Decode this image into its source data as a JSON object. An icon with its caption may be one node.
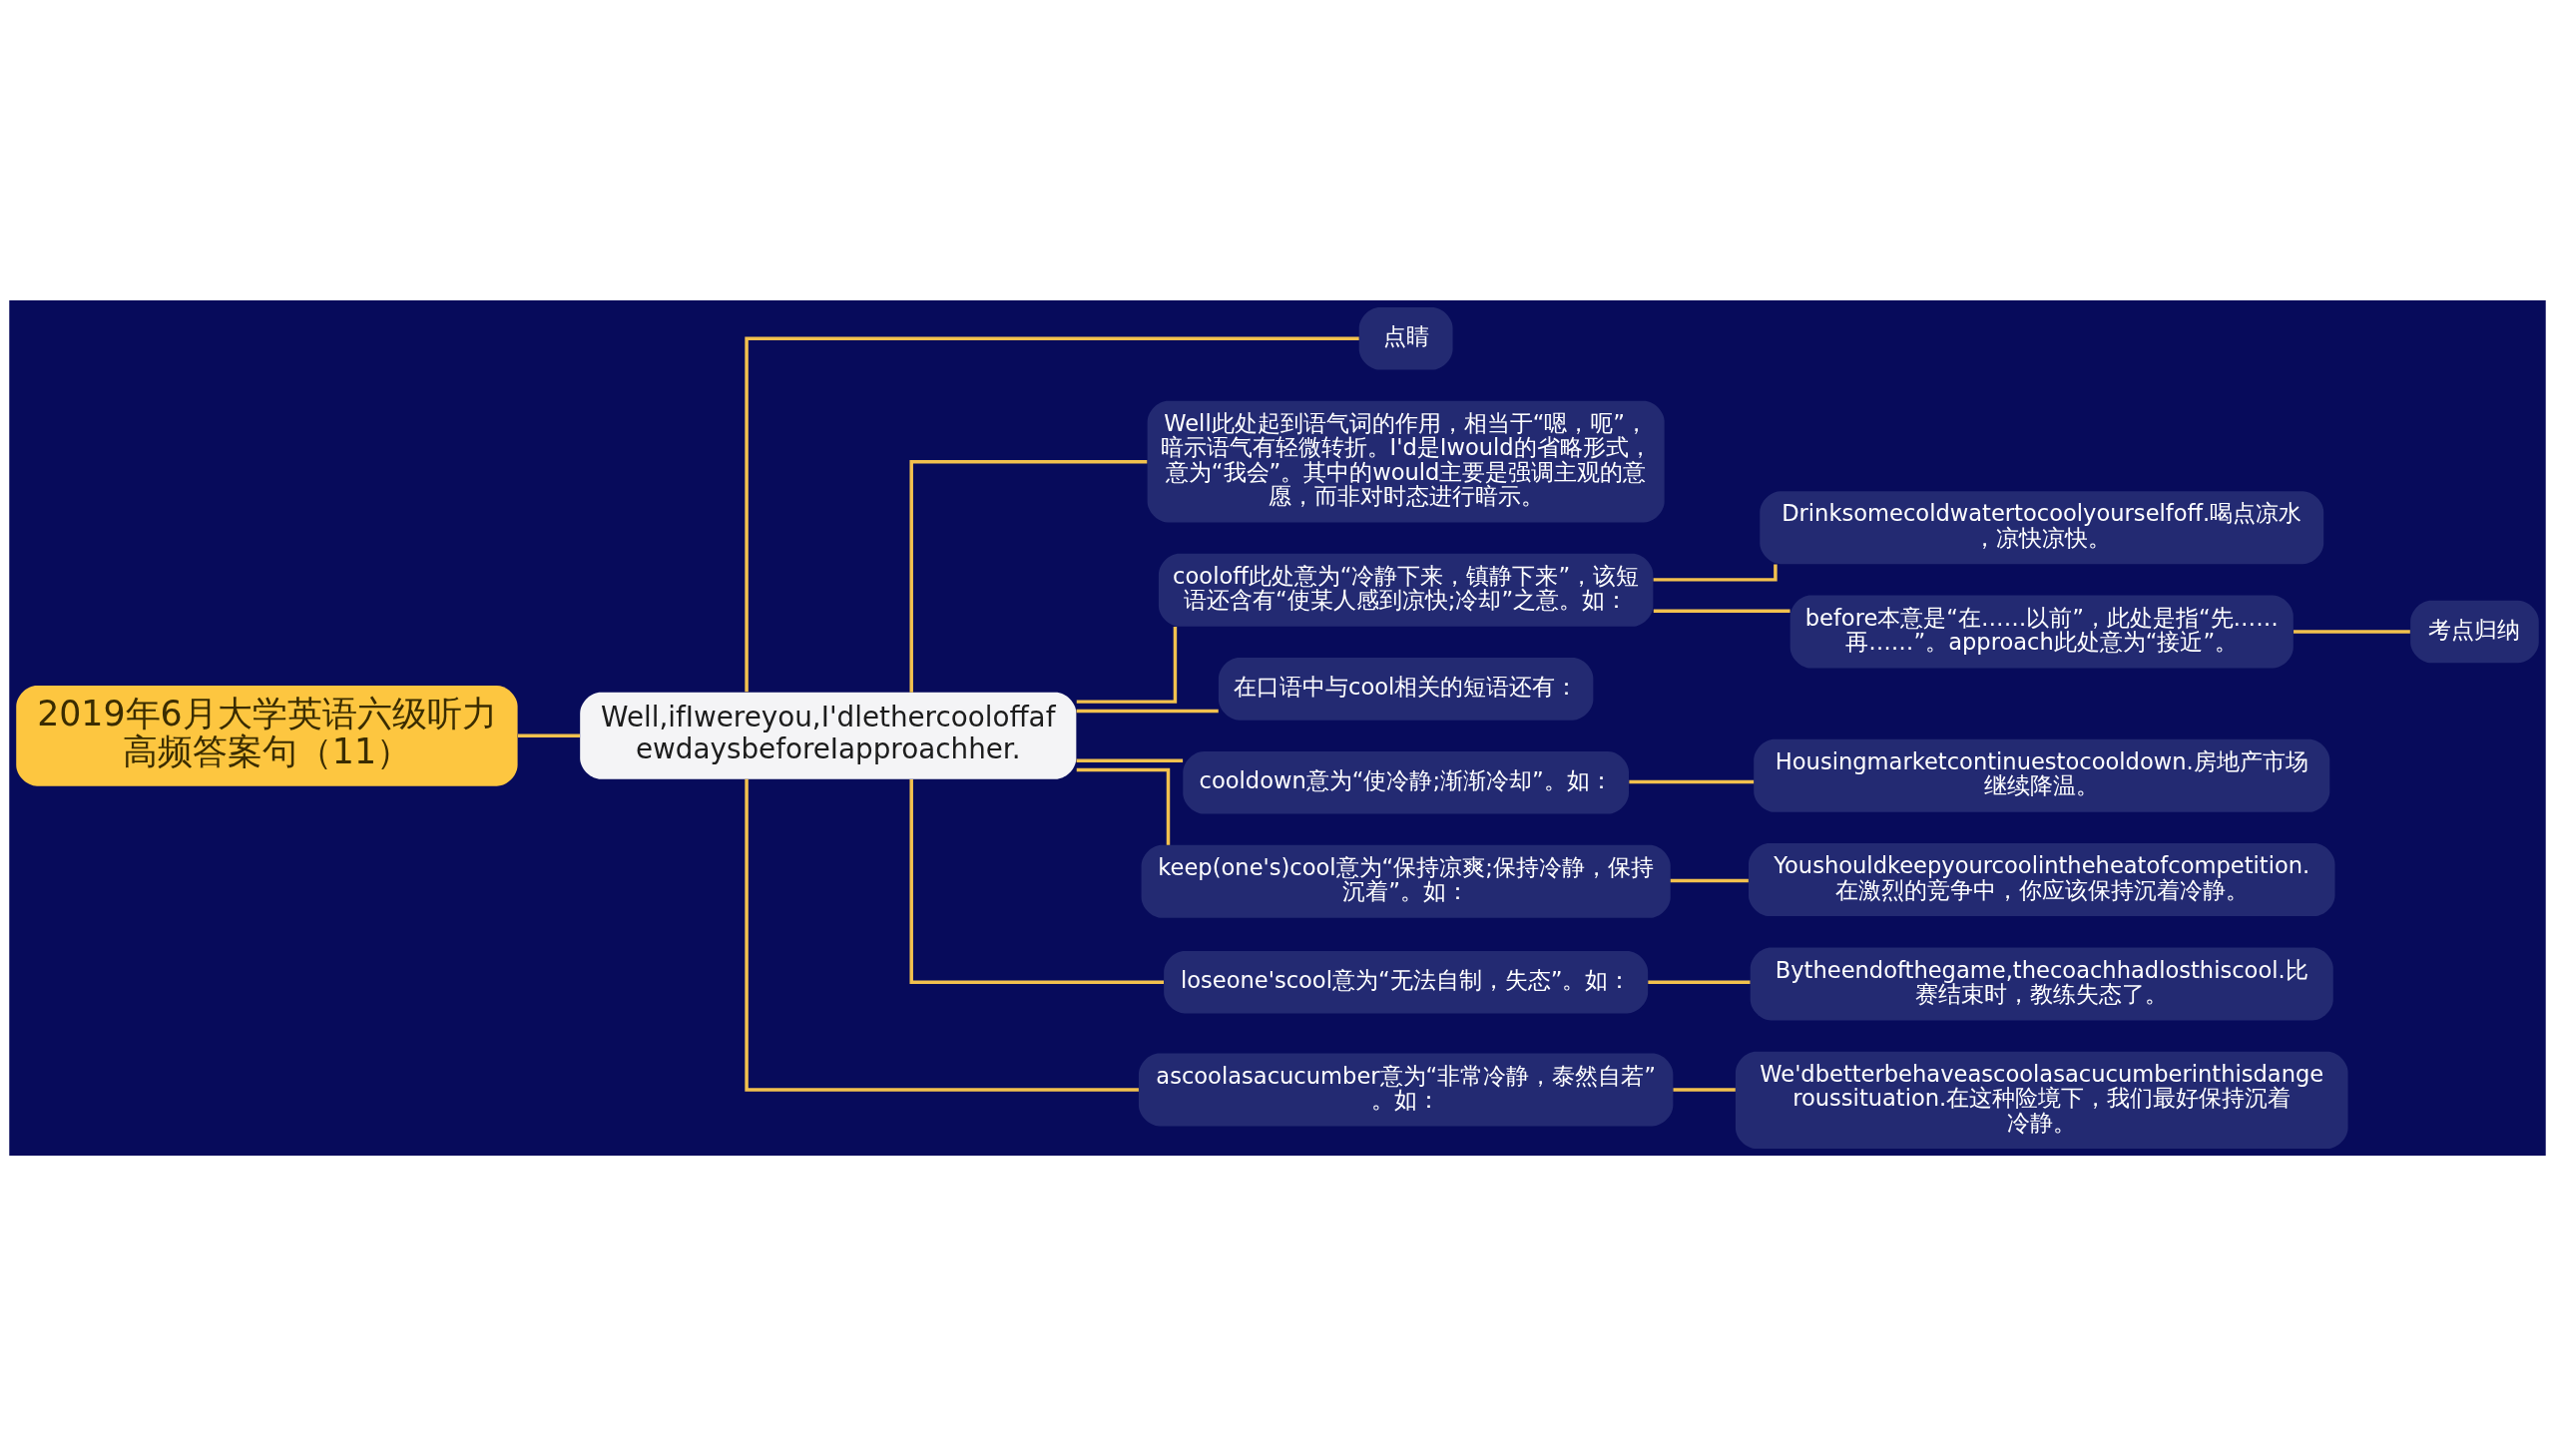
{
  "diagram": {
    "nodes": [
      {
        "text": [
          "2019年6月大学英语六级听力高频答案句（11）"
        ]
      },
      {
        "text": [
          "Well,ifIwereyou,I'dlethercooloffafewdaysbeforeIapproachher."
        ]
      },
      {
        "text": [
          "点睛"
        ]
      },
      {
        "text": [
          "Well此处起到语气词的作用，相当于“嗯，呃”，暗示语气有轻微转折。I'd是Iwould的省略形式，意为“我会”。其中的would主要是强调主观的意愿，而非对时态进行暗示。"
        ]
      },
      {
        "text": [
          "cooloff此处意为“冷静下来，镇静下来”，该短语还含有“使某人感到凉快;冷却”之意。如："
        ]
      },
      {
        "text": [
          "Drinksomecoldwatertocoolyourselfoff.喝点凉水，凉快凉快。"
        ]
      },
      {
        "text": [
          "before本意是“在……以前”，此处是指“先……再……”。approach此处意为“接近”。"
        ]
      },
      {
        "text": [
          "考点归纳"
        ]
      },
      {
        "text": [
          "在口语中与cool相关的短语还有："
        ]
      },
      {
        "text": [
          "cooldown意为“使冷静;渐渐冷却”。如："
        ]
      },
      {
        "text": [
          "Housingmarketcontinuestocooldown.房地产市场继续降温。"
        ]
      },
      {
        "text": [
          "keep(one's)cool意为“保持凉爽;保持冷静，保持沉着”。如："
        ]
      },
      {
        "text": [
          "Youshouldkeepyourcoolintheheatofcompetition.在激烈的竞争中，你应该保持沉着冷静。"
        ]
      },
      {
        "text": [
          "loseone'scool意为“无法自制，失态”。如："
        ]
      },
      {
        "text": [
          "Bytheendofthegame,thecoachhadlosthiscool.比赛结束时，教练失态了。"
        ]
      },
      {
        "text": [
          "ascoolasacucumber意为“非常冷静，泰然自若”。如："
        ]
      },
      {
        "text": [
          "We'dbetterbehaveascoolasacucumberinthisdangeroussituation.在这种险境下，我们最好保持沉着冷静。"
        ]
      }
    ],
    "edges": [
      {
        "from": 0,
        "to": 1,
        "arrow": "none"
      },
      {
        "from": 1,
        "to": 2,
        "arrow": "none"
      },
      {
        "from": 1,
        "to": 3,
        "arrow": "none"
      },
      {
        "from": 1,
        "to": 4,
        "arrow": "none"
      },
      {
        "from": 4,
        "to": 5,
        "arrow": "none"
      },
      {
        "from": 4,
        "to": 6,
        "arrow": "none"
      },
      {
        "from": 6,
        "to": 7,
        "arrow": "none"
      },
      {
        "from": 1,
        "to": 8,
        "arrow": "none"
      },
      {
        "from": 1,
        "to": 9,
        "arrow": "none"
      },
      {
        "from": 9,
        "to": 10,
        "arrow": "none"
      },
      {
        "from": 1,
        "to": 11,
        "arrow": "none"
      },
      {
        "from": 11,
        "to": 12,
        "arrow": "none"
      },
      {
        "from": 1,
        "to": 13,
        "arrow": "none"
      },
      {
        "from": 13,
        "to": 14,
        "arrow": "none"
      },
      {
        "from": 1,
        "to": 15,
        "arrow": "none"
      },
      {
        "from": 15,
        "to": 16,
        "arrow": "none"
      }
    ]
  }
}
